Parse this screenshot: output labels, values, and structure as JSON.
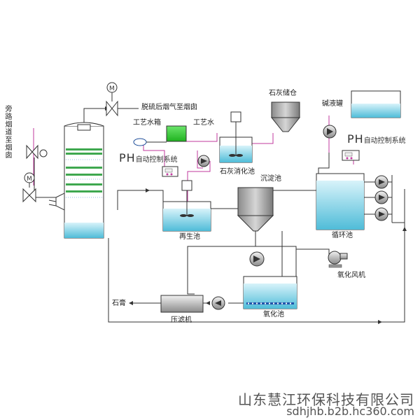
{
  "labels": {
    "bypass": "旁路烟道至烟囱",
    "desulf_gas": "脱硫后烟气至烟囱",
    "process_tank": "工艺水箱",
    "process_water": "工艺水",
    "lime_silo": "石灰储仓",
    "alkali_tank": "碱液罐",
    "lime_slaker": "石灰消化池",
    "settling": "沉淀池",
    "regen": "再生池",
    "circulation": "循环池",
    "oxidation_fan": "氧化风机",
    "gypsum": "石膏",
    "filter_press": "压滤机",
    "oxidation_pool": "氧化池",
    "motor_letter": "M"
  },
  "ph_systems": [
    {
      "big": "PH",
      "small": "自动控制系统"
    },
    {
      "big": "PH",
      "small": "自动控制系统"
    }
  ],
  "footer": {
    "company": "山东慧江环保科技有限公司",
    "url": "sdhjhb.b2b.hc360.com"
  },
  "colors": {
    "line": "#333333",
    "pink_line": "#c0399e",
    "water_top": "#cdeff7",
    "water_bottom": "#5fc3dc",
    "green_tank": "#2ec92e",
    "grey_vessel": "#a7a7a7",
    "pump_blue": "#1e4e9a"
  }
}
